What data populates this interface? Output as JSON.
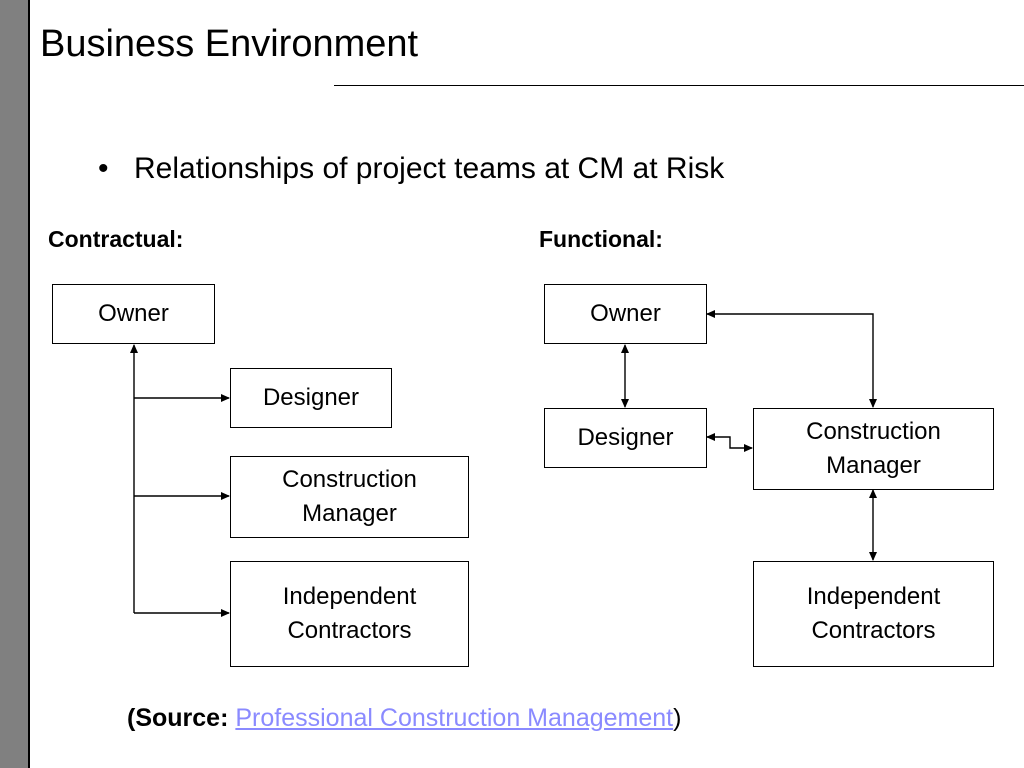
{
  "slide": {
    "title": "Business Environment",
    "bullet_marker": "•",
    "bullet": "Relationships of project teams at CM at Risk"
  },
  "contractual": {
    "heading": "Contractual:",
    "owner": "Owner",
    "designer": "Designer",
    "construction_manager": "Construction\nManager",
    "independent_contractors": "Independent\nContractors"
  },
  "functional": {
    "heading": "Functional:",
    "owner": "Owner",
    "designer": "Designer",
    "construction_manager": "Construction\nManager",
    "independent_contractors": "Independent\nContractors"
  },
  "source": {
    "open": "(",
    "label": "Source:",
    "link_text": "Professional Construction Management",
    "close": ")"
  },
  "colors": {
    "side_bar": "#808080",
    "link": "#8a8aff"
  }
}
